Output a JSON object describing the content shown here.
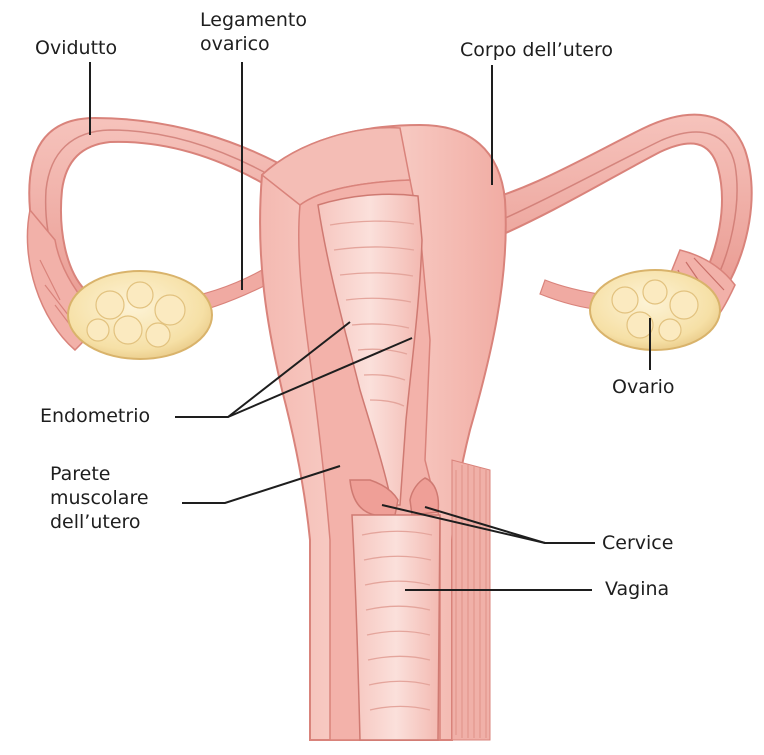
{
  "labels": {
    "oviduct": "Ovidutto",
    "ovarian_ligament": [
      "Legamento",
      "ovarico"
    ],
    "uterus_body": "Corpo dell’utero",
    "endometrium": "Endometrio",
    "muscular_wall": [
      "Parete",
      "muscolare",
      "dell’utero"
    ],
    "ovary": "Ovario",
    "cervix": "Cervice",
    "vagina": "Vagina"
  },
  "colors": {
    "tissue_outer": "#f0a9a2",
    "tissue_light": "#f8d3cc",
    "tissue_mid": "#eea39b",
    "tissue_dark": "#d9837b",
    "ovary_fill": "#f9e6b2",
    "ovary_edge": "#e1c07a",
    "leader_line": "#1e1e1e"
  }
}
